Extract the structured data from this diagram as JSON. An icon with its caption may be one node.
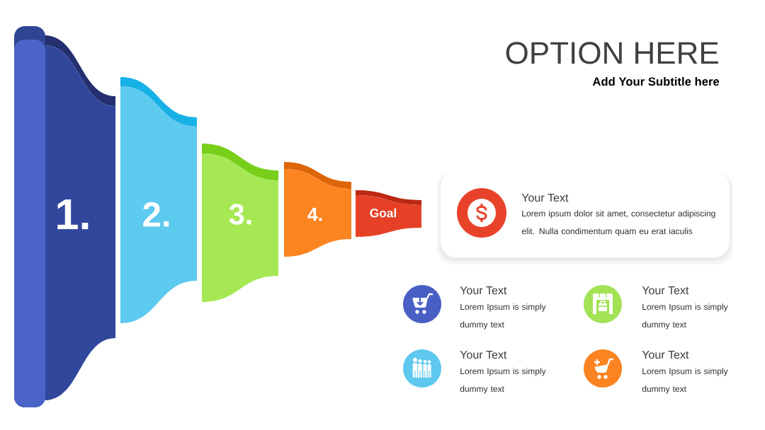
{
  "diagram": {
    "title": "OPTION HERE",
    "nodes": [
      {
        "text": [
          "1."
        ]
      },
      {
        "text": [
          "2."
        ]
      },
      {
        "text": [
          "3."
        ]
      },
      {
        "text": [
          "4."
        ]
      },
      {
        "text": [
          "Goal"
        ]
      },
      {
        "text": [
          "Your Text",
          "Lorem ipsum dolor sit amet, consectetur adipiscing elit. Nulla condimentum quam eu erat iaculis"
        ]
      }
    ],
    "labels": [
      "Add Your Subtitle here",
      "Your Text",
      "Lorem Ipsum is simply dummy text",
      "Your Text",
      "Lorem Ipsum is simply dummy text",
      "Your Text",
      "Lorem Ipsum is simply dummy text",
      "Your Text",
      "Lorem Ipsum is simply dummy text"
    ]
  }
}
